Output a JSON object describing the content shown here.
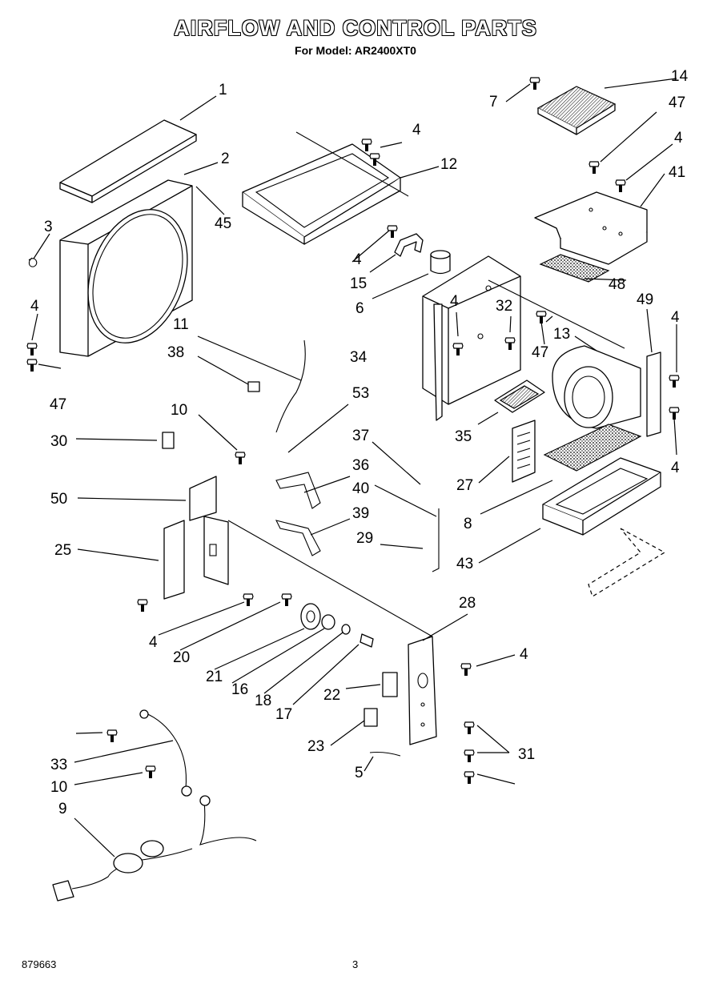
{
  "header": {
    "title": "AIRFLOW AND CONTROL PARTS",
    "subtitle": "For Model: AR2400XT0"
  },
  "footer": {
    "doc_number": "879663",
    "page_number": "3"
  },
  "callouts": [
    "1",
    "2",
    "3",
    "4",
    "4",
    "4",
    "4",
    "4",
    "4",
    "4",
    "4",
    "4",
    "5",
    "6",
    "7",
    "8",
    "9",
    "10",
    "10",
    "11",
    "12",
    "13",
    "14",
    "15",
    "16",
    "17",
    "18",
    "20",
    "21",
    "22",
    "23",
    "25",
    "27",
    "28",
    "29",
    "30",
    "31",
    "32",
    "33",
    "34",
    "35",
    "36",
    "37",
    "38",
    "39",
    "40",
    "41",
    "43",
    "45",
    "47",
    "47",
    "47",
    "48",
    "49",
    "50",
    "53"
  ]
}
